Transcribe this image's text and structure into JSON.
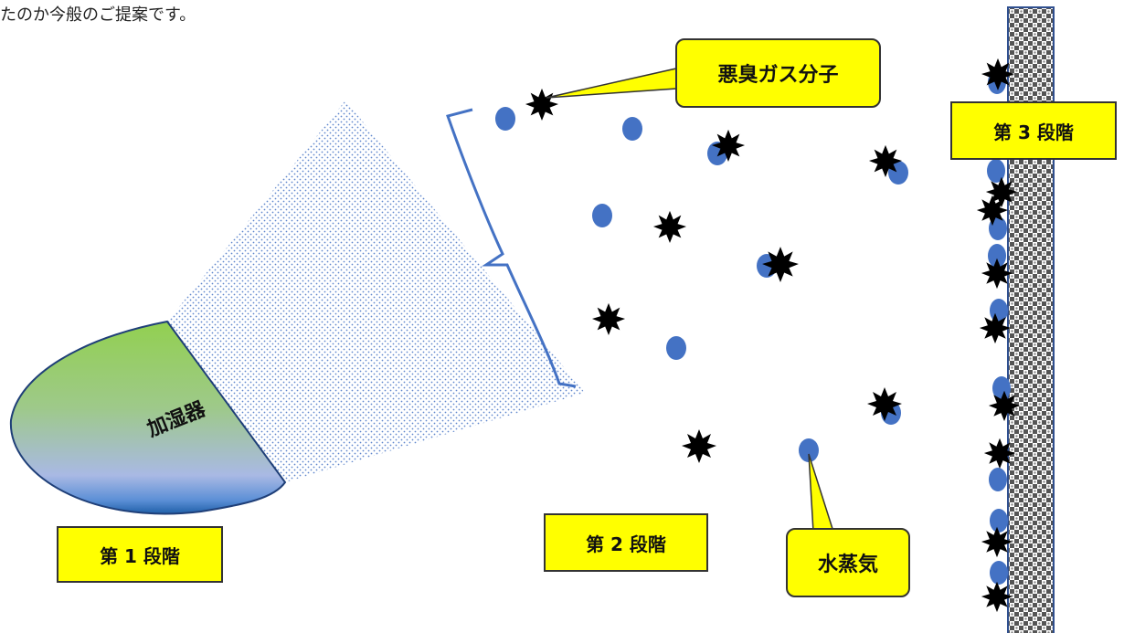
{
  "top_text": "たのか今般のご提案です。",
  "humidifier_label": "加湿器",
  "stages": {
    "stage1": "第 1 段階",
    "stage2": "第 2 段階",
    "stage3": "第 3 段階"
  },
  "callouts": {
    "odor_gas": "悪臭ガス分子",
    "water_vapor": "水蒸気"
  },
  "colors": {
    "label_fill": "#ffff00",
    "vapor_dot": "#4472c4",
    "bracket": "#4472c4",
    "humidifier_top": "#92d050",
    "humidifier_bottom": "#8eaadb"
  }
}
